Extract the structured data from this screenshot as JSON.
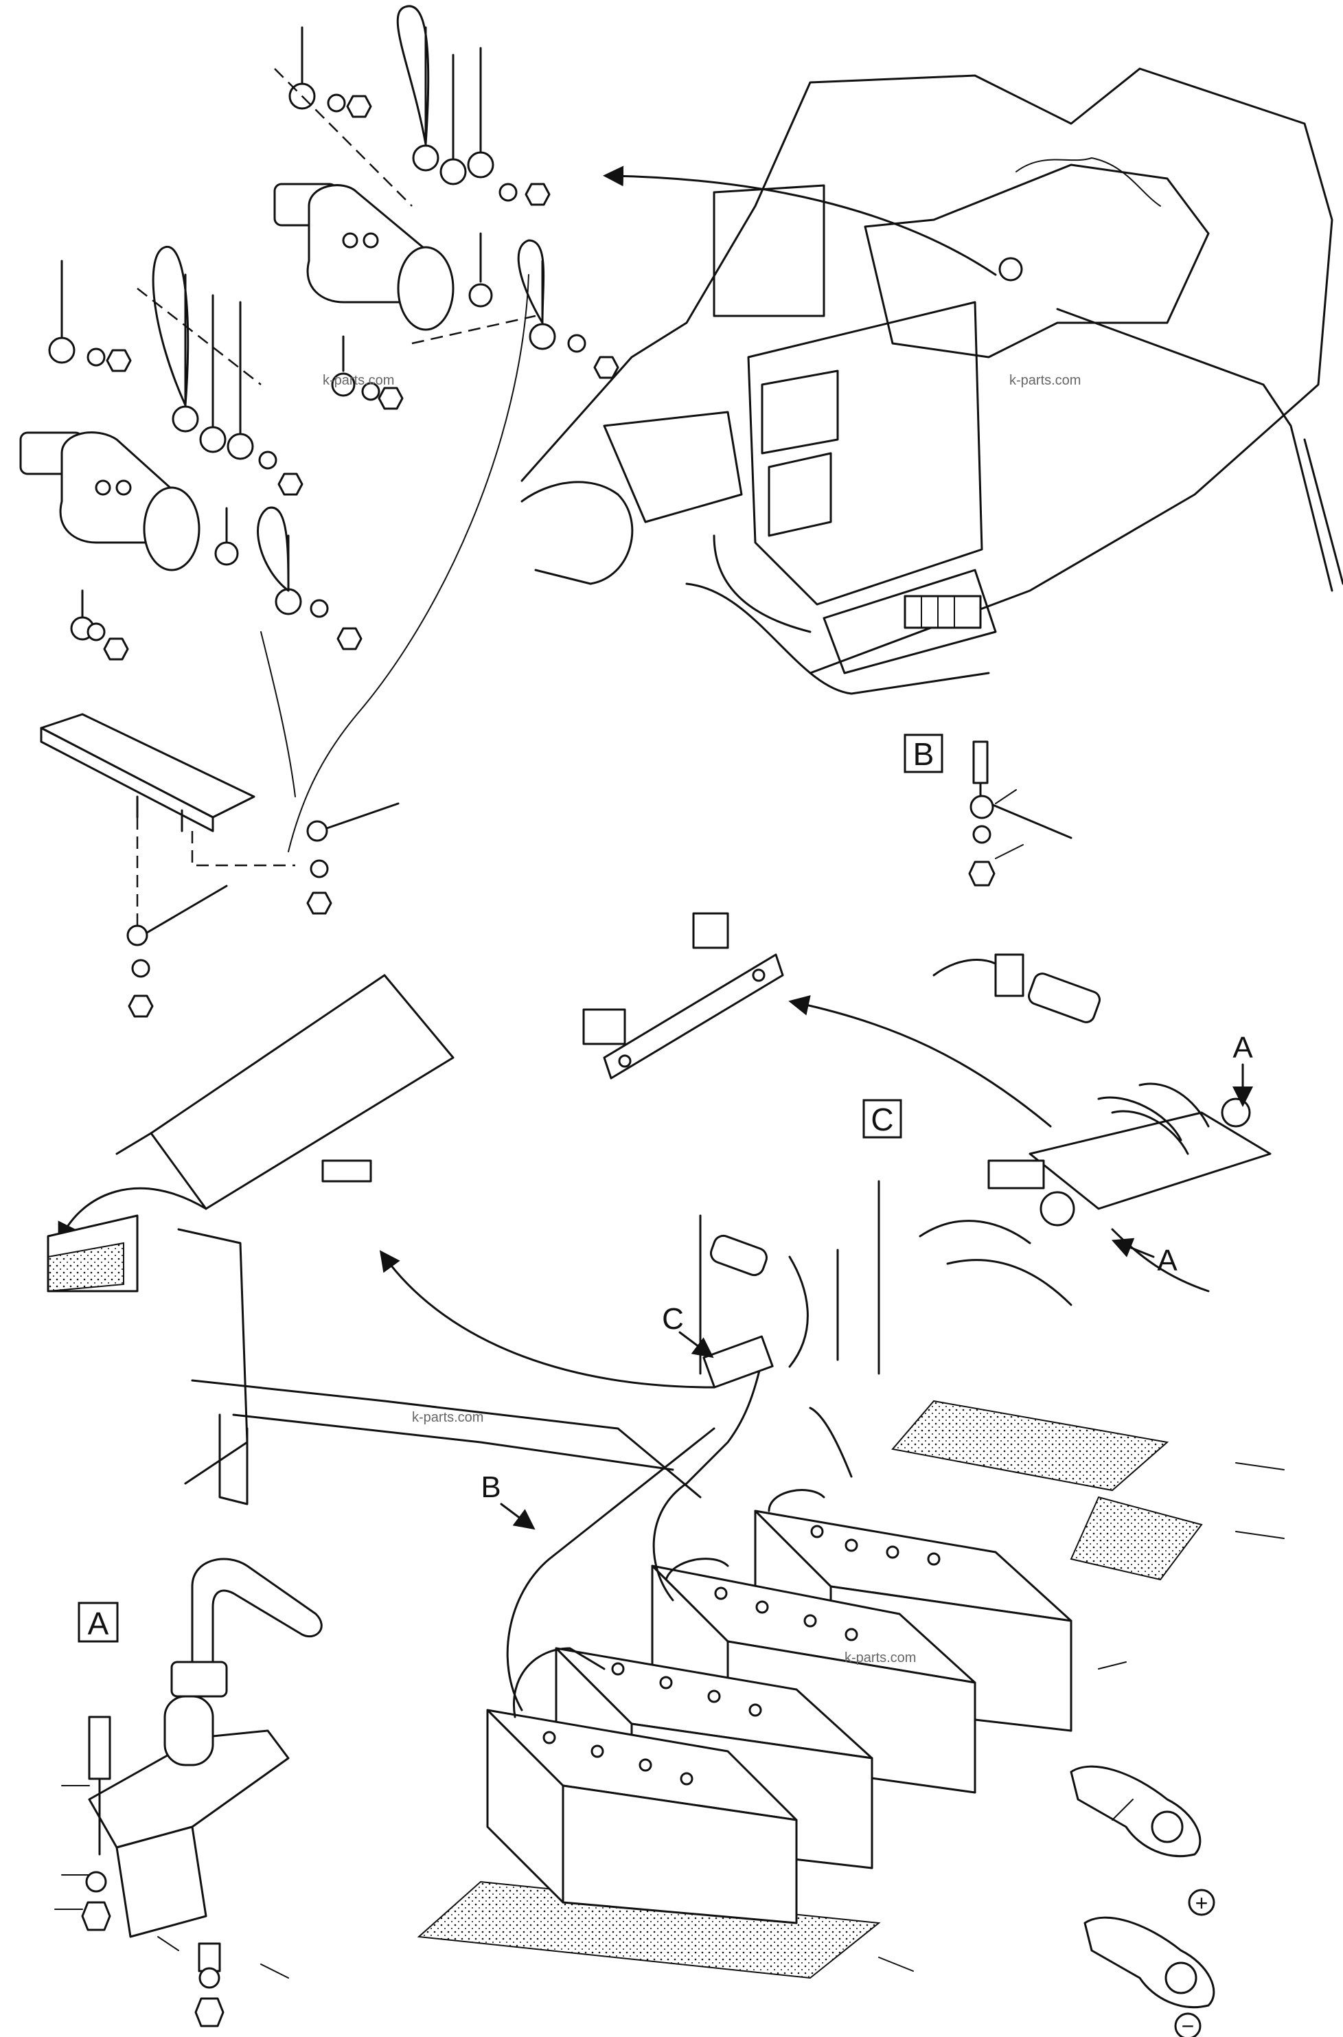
{
  "detail_labels": {
    "a": "A",
    "b": "B",
    "c": "C"
  },
  "view_letters": {
    "c_arrow": "C",
    "b_arrow": "B",
    "a_top": "A",
    "a_bottom": "A"
  },
  "polarity": {
    "positive": "+",
    "negative": "−"
  },
  "watermarks": [
    "k-parts.com",
    "k-parts.com",
    "k-parts.com",
    "k-parts.com"
  ],
  "icons": [
    "battery-icon",
    "solenoid-icon",
    "bolt-icon",
    "nut-icon",
    "washer-icon",
    "terminal-clamp-icon",
    "arrow-icon"
  ]
}
